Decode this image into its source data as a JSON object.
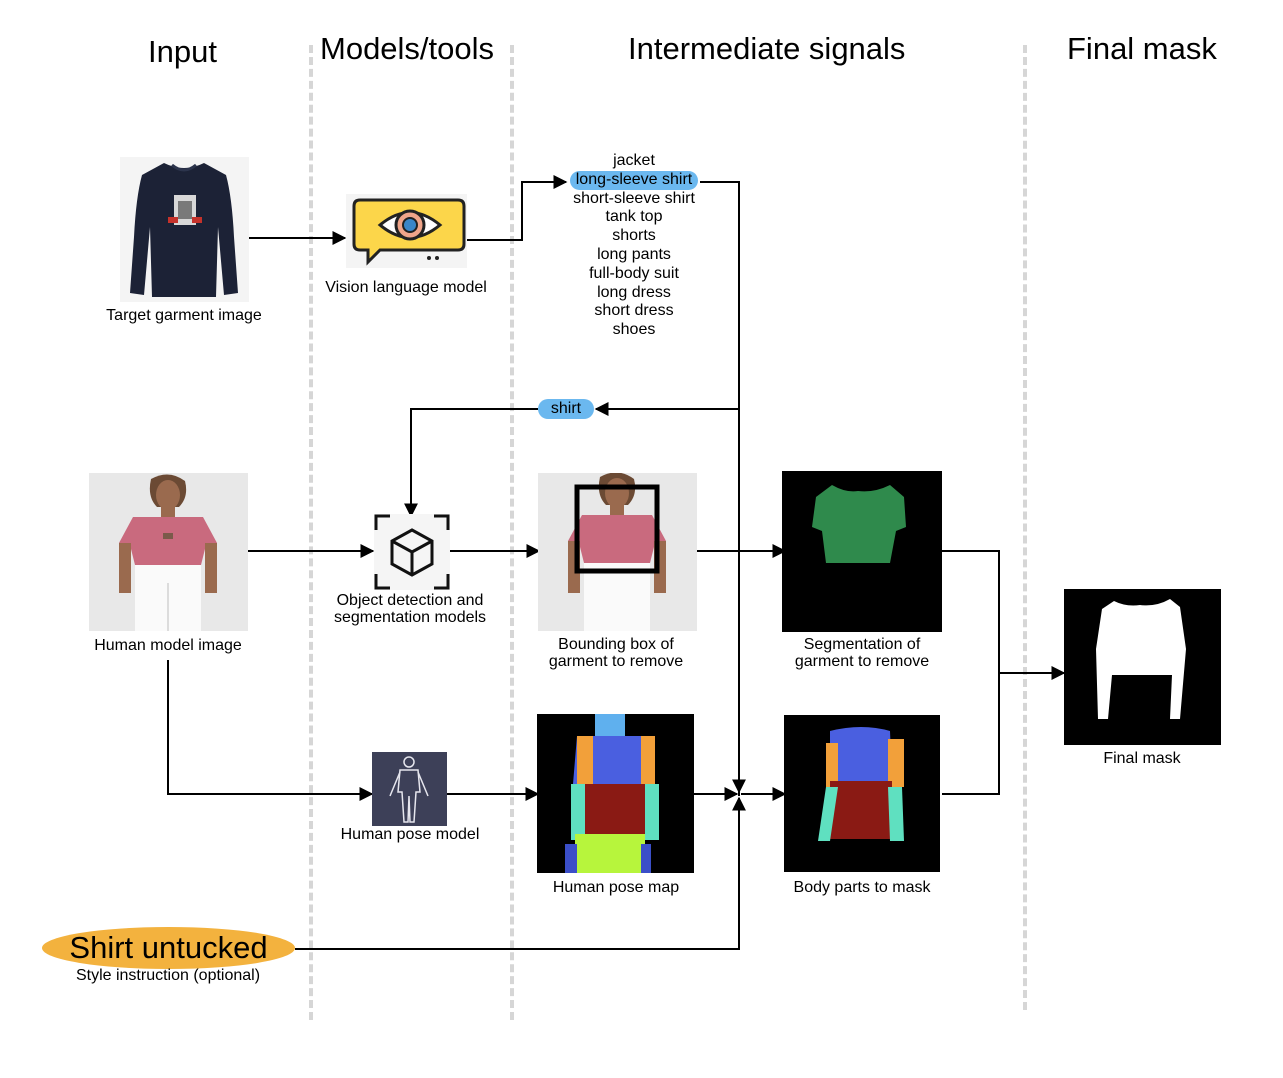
{
  "columns": {
    "input": "Input",
    "models": "Models/tools",
    "signals": "Intermediate signals",
    "final": "Final mask"
  },
  "labels": {
    "target_garment": "Target garment image",
    "vlm": "Vision language model",
    "human_model": "Human model image",
    "detector_line1": "Object detection and",
    "detector_line2": "segmentation models",
    "bbox_line1": "Bounding box of",
    "bbox_line2": "garment to remove",
    "seg_line1": "Segmentation of",
    "seg_line2": "garment to remove",
    "final_mask": "Final mask",
    "pose_model": "Human pose model",
    "pose_map": "Human pose map",
    "body_parts": "Body parts to mask",
    "style_value": "Shirt untucked",
    "style_caption": "Style instruction (optional)"
  },
  "garment_classes": [
    "jacket",
    "long-sleeve shirt",
    "short-sleeve shirt",
    "tank top",
    "shorts",
    "long pants",
    "full-body suit",
    "long dress",
    "short dress",
    "shoes"
  ],
  "selected_class": "long-sleeve shirt",
  "query_pill": "shirt",
  "colors": {
    "highlight_blue": "#6bb8ef",
    "style_orange": "#f3b23e",
    "vlm_yellow": "#fcd64a",
    "seg_green": "#2f8a4c",
    "pose_blue": "#4a5fe0",
    "pose_orange": "#f2a03a",
    "pose_red": "#8a1a14",
    "pose_cyan": "#5fe0c0",
    "pose_lime": "#b7f53c"
  }
}
